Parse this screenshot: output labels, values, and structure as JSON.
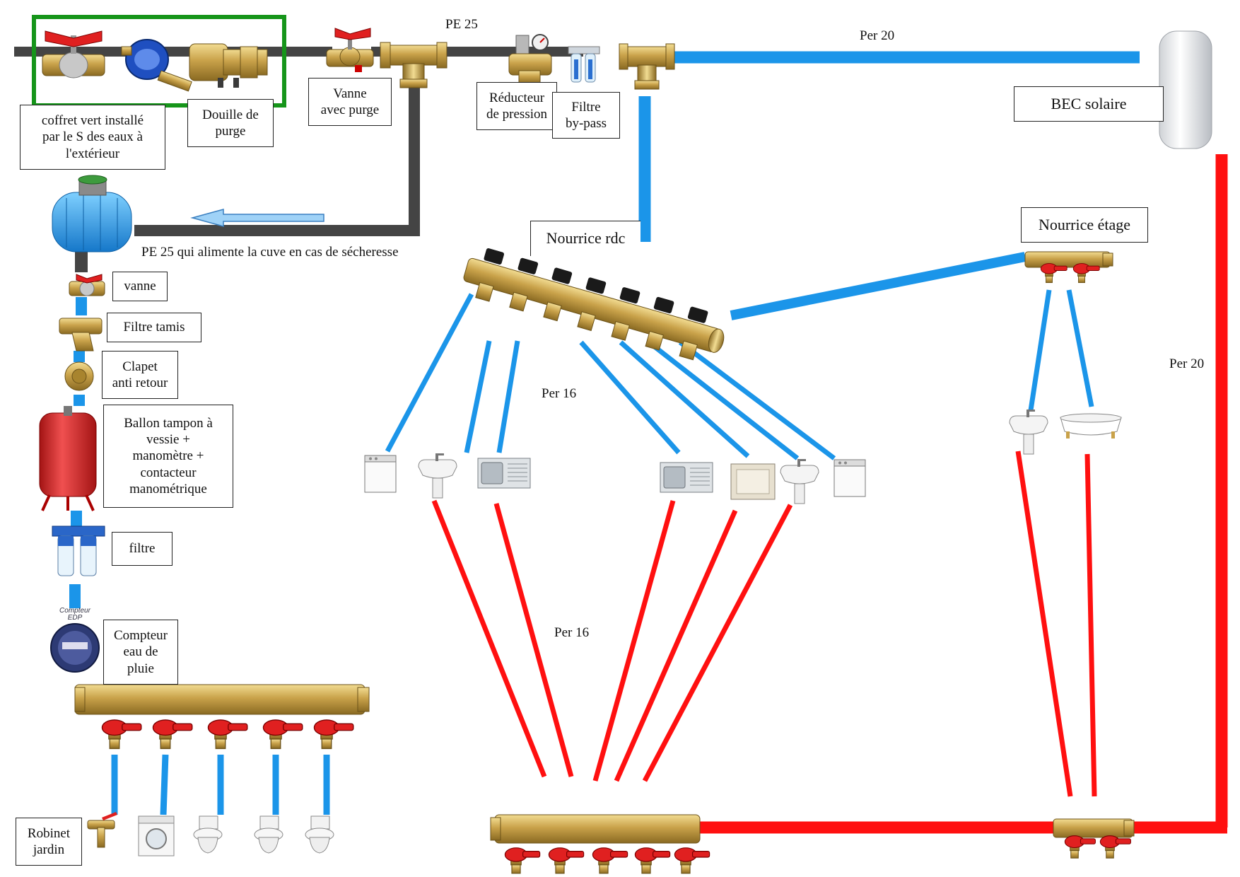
{
  "colors": {
    "grey_pipe": "#444444",
    "blue_pipe": "#1b95e9",
    "red_pipe": "#ff1010",
    "brass": "#c9a24a",
    "valve_red": "#e02020",
    "green_box": "#16951a"
  },
  "labels": {
    "coffret": "coffret vert installé\npar le S des eaux à\nl'extérieur",
    "douille": "Douille de\npurge",
    "vanne_purge": "Vanne\navec purge",
    "pe25_top": "PE 25",
    "reducteur": "Réducteur\nde pression",
    "filtre_bypass": "Filtre\nby-pass",
    "per20_top": "Per 20",
    "bec": "BEC solaire",
    "pe25_cuve": "PE 25 qui alimente la cuve en cas de sécheresse",
    "vanne": "vanne",
    "filtre_tamis": "Filtre tamis",
    "clapet": "Clapet\nanti retour",
    "ballon": "Ballon tampon à\nvessie +\nmanomètre +\ncontacteur\nmanométrique",
    "filtre": "filtre",
    "compteur_eau": "Compteur\neau de\npluie",
    "compteur_edp": "Compteur\nEDP",
    "robinet": "Robinet\njardin",
    "nourrice_rdc": "Nourrice rdc",
    "nourrice_etage": "Nourrice étage",
    "per16_upper": "Per 16",
    "per16_lower": "Per 16",
    "per20_right": "Per 20"
  },
  "icons": [
    "ball-valve-icon",
    "water-meter-icon",
    "purge-fitting-icon",
    "purge-valve-icon",
    "tee-fitting-icon",
    "pressure-reducer-icon",
    "bypass-filter-icon",
    "water-heater-icon",
    "rain-tank-icon",
    "screen-filter-icon",
    "check-valve-icon",
    "expansion-tank-icon",
    "double-filter-icon",
    "rain-meter-icon",
    "manifold-icon",
    "garden-tap-icon",
    "washing-machine-icon",
    "toilet-icon",
    "dishwasher-icon",
    "washbasin-icon",
    "kitchen-sink-icon",
    "shower-tray-icon",
    "bathtub-icon"
  ]
}
